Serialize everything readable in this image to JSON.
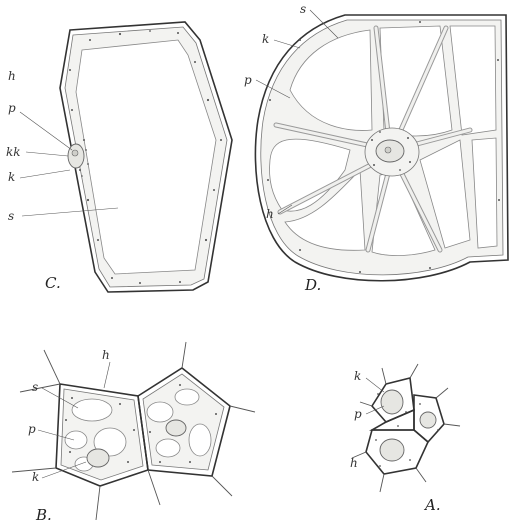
{
  "figure": {
    "panels": {
      "C": {
        "label": "C.",
        "annotations": {
          "h": "h",
          "p": "p",
          "kk": "kk",
          "k": "k",
          "s": "s"
        }
      },
      "D": {
        "label": "D.",
        "annotations": {
          "s": "s",
          "k": "k",
          "p": "p",
          "h": "h"
        }
      },
      "B": {
        "label": "B.",
        "annotations": {
          "h": "h",
          "s": "s",
          "p": "p",
          "k": "k"
        }
      },
      "A": {
        "label": "A.",
        "annotations": {
          "k": "k",
          "p": "p",
          "h": "h"
        }
      }
    }
  }
}
